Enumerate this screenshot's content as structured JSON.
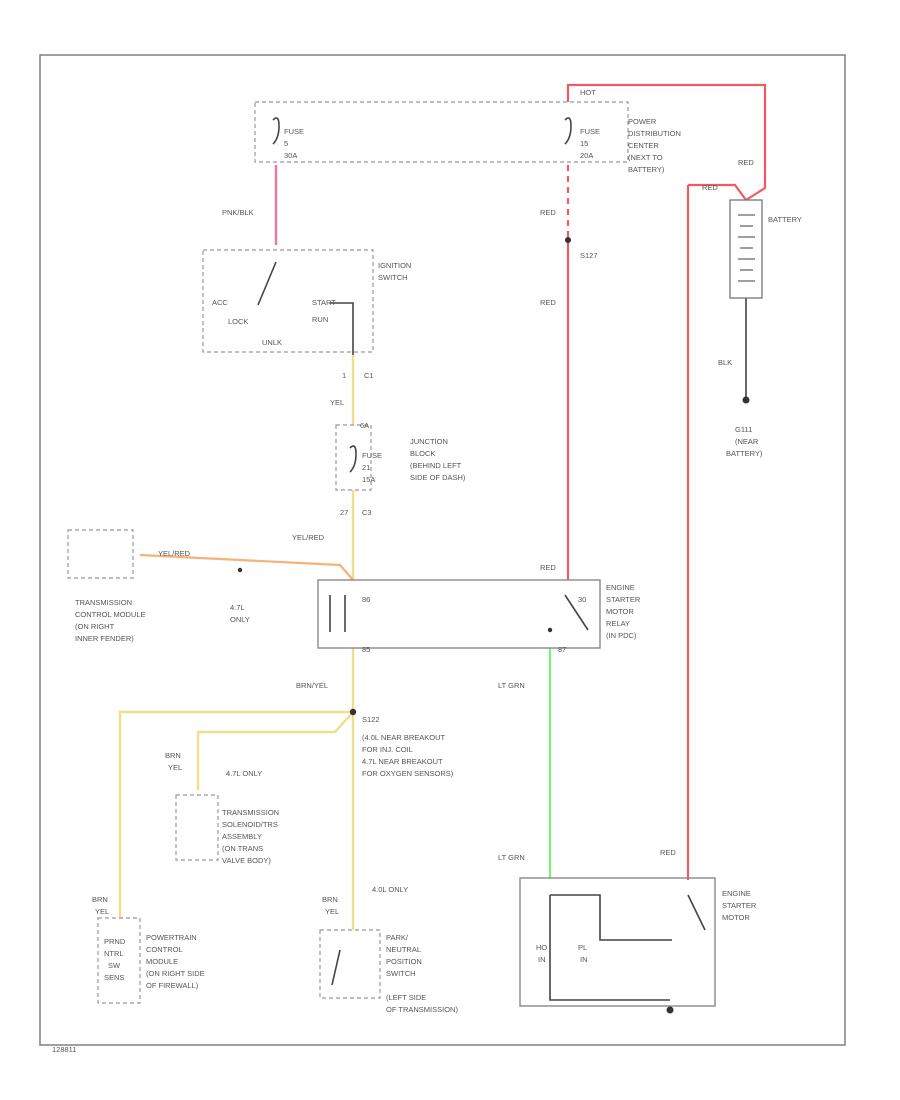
{
  "labels": {
    "hot": "HOT",
    "fuse_a_line1": "FUSE",
    "fuse_a_line2": "5",
    "fuse_a_line3": "30A",
    "fuse_b_line1": "FUSE",
    "fuse_b_line2": "15",
    "fuse_b_line3": "20A",
    "pdc_line1": "POWER",
    "pdc_line2": "DISTRIBUTION",
    "pdc_line3": "CENTER",
    "pdc_line4": "(NEXT TO",
    "pdc_line5": "BATTERY)",
    "pnk_blk": "PNK/BLK",
    "red_a": "RED",
    "red_b": "RED",
    "red_c": "RED",
    "red_d": "RED",
    "red_e": "RED",
    "red_f": "RED",
    "s127": "S127",
    "battery": "BATTERY",
    "blk": "BLK",
    "g111_line1": "G111",
    "g111_line2": "(NEAR",
    "g111_line3": "BATTERY)",
    "ign_line1": "IGNITION",
    "ign_line2": "SWITCH",
    "acc": "ACC",
    "lock": "LOCK",
    "start": "START",
    "run": "RUN",
    "unlk": "UNLK",
    "c1_a": "C1",
    "c1_b": "1",
    "yel": "YEL",
    "jb_a": "6A",
    "jb_fuse_l1": "FUSE",
    "jb_fuse_l2": "21",
    "jb_fuse_l3": "15A",
    "jb_line1": "JUNCTION",
    "jb_line2": "BLOCK",
    "jb_line3": "(BEHIND LEFT",
    "jb_line4": "SIDE OF DASH)",
    "c3_pin": "27",
    "c3": "C3",
    "yel_red_a": "YEL/RED",
    "yel_red_b": "YEL/RED",
    "tcm_line1": "TRANSMISSION",
    "tcm_line2": "CONTROL MODULE",
    "tcm_line3": "(ON RIGHT",
    "tcm_line4": "INNER FENDER)",
    "only_4tl_a": "4.7L",
    "only_4tl_b": "ONLY",
    "relay_pin_a": "86",
    "relay_pin_b": "85",
    "relay_pin_c": "30",
    "relay_pin_d": "87",
    "relay_line1": "ENGINE",
    "relay_line2": "STARTER",
    "relay_line3": "MOTOR",
    "relay_line4": "RELAY",
    "relay_line5": "(IN PDC)",
    "brn_yel": "BRN/YEL",
    "lt_grn_a": "LT GRN",
    "lt_grn_b": "LT GRN",
    "s122": "S122",
    "s122_l1": "(4.0L NEAR BREAKOUT",
    "s122_l2": "FOR INJ. COIL",
    "s122_l3": "4.7L NEAR BREAKOUT",
    "s122_l4": "FOR OXYGEN SENSORS)",
    "brn_a": "BRN",
    "yel_a": "YEL",
    "only_47l": "4.7L ONLY",
    "tsa_line1": "TRANSMISSION",
    "tsa_line2": "SOLENOID/TRS",
    "tsa_line3": "ASSEMBLY",
    "tsa_line4": "(ON TRANS",
    "tsa_line5": "VALVE BODY)",
    "brn_b": "BRN",
    "yel_b": "YEL",
    "brn_c": "BRN",
    "yel_c": "YEL",
    "only_40l": "4.0L ONLY",
    "pcm_line1": "POWERTRAIN",
    "pcm_line2": "CONTROL",
    "pcm_line3": "MODULE",
    "pcm_line4": "(ON RIGHT SIDE",
    "pcm_line5": "OF FIREWALL)",
    "pcm_in1": "PRND",
    "pcm_in2": "NTRL",
    "pcm_in3": "SW",
    "pcm_in4": "SENS",
    "pnp_line1": "PARK/",
    "pnp_line2": "NEUTRAL",
    "pnp_line3": "POSITION",
    "pnp_line4": "SWITCH",
    "pnp_line5": "(LEFT SIDE",
    "pnp_line6": "OF TRANSMISSION)",
    "sm_line1": "ENGINE",
    "sm_line2": "STARTER",
    "sm_line3": "MOTOR",
    "sm_hold1": "HO",
    "sm_hold2": "IN",
    "sm_pull1": "PL",
    "sm_pull2": "IN",
    "diagram_id": "128811"
  },
  "wire_colors": {
    "red": "#f05a64",
    "pink": "#e87aa0",
    "yellow": "#eee08a",
    "orange": "#f5b27a",
    "green": "#7ef07a",
    "black": "#444444"
  }
}
